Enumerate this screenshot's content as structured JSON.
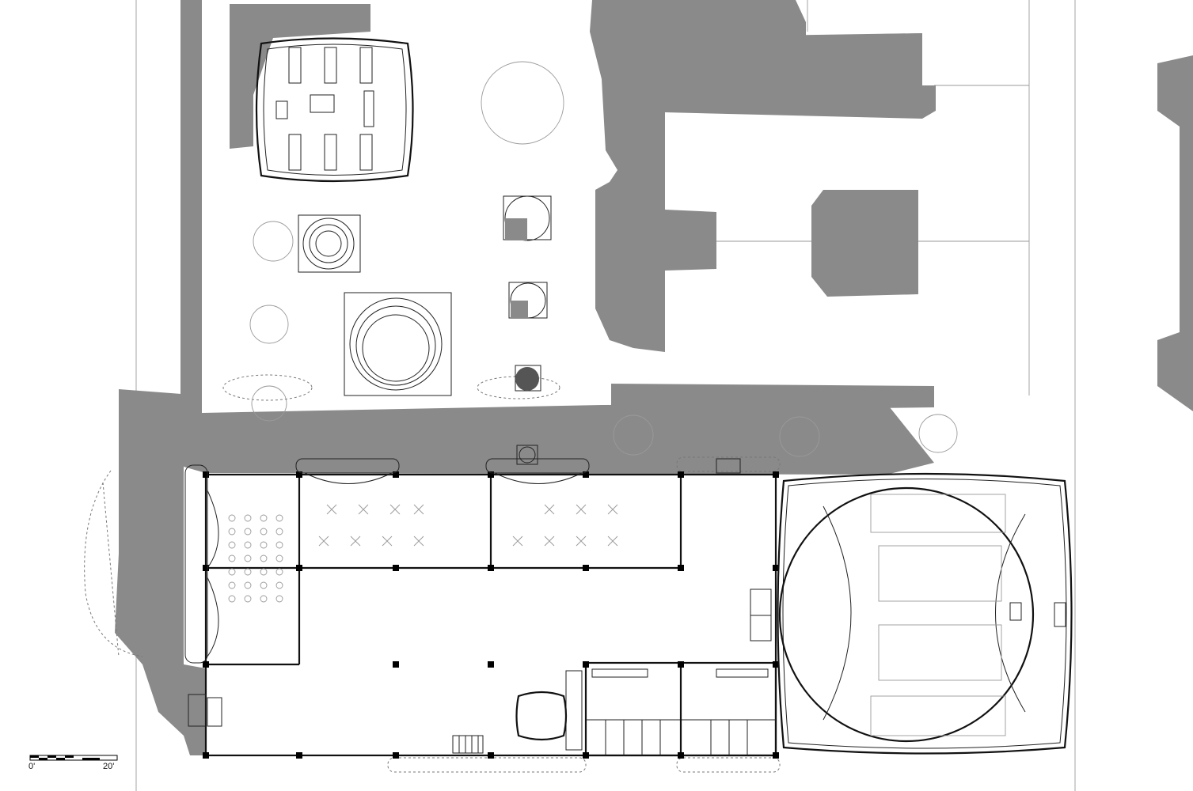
{
  "drawing": {
    "type": "site floor plan",
    "colors": {
      "shadow": "#8a8a8a",
      "line": "#111111",
      "paper": "#ffffff"
    }
  },
  "scale_bar": {
    "start_label": "0'",
    "end_label": "20'"
  }
}
